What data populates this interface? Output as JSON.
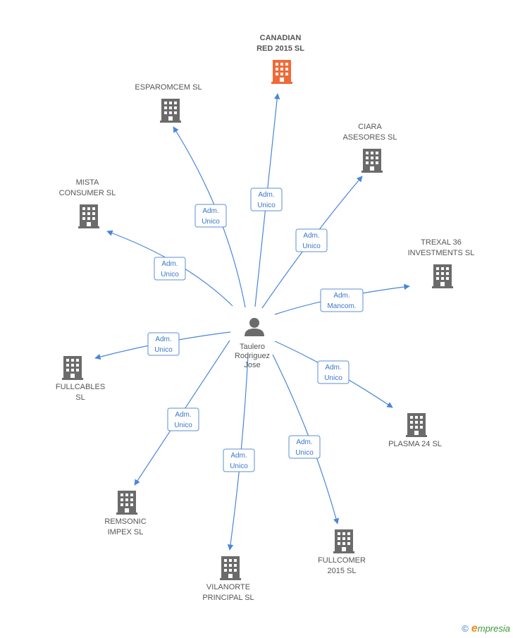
{
  "colors": {
    "edge": "#4a86d8",
    "building_default": "#6b6b6b",
    "building_highlight": "#f06a36",
    "person": "#6b6b6b"
  },
  "person": {
    "name_lines": [
      "Taulero",
      "Rodriguez",
      "Jose"
    ],
    "icon": "person-icon"
  },
  "companies": [
    {
      "id": "canadian",
      "name_lines": [
        "CANADIAN",
        "RED 2015  SL"
      ],
      "highlight": true,
      "role_lines": [
        "Adm.",
        "Unico"
      ]
    },
    {
      "id": "esparomcem",
      "name_lines": [
        "ESPAROMCEM SL"
      ],
      "highlight": false,
      "role_lines": [
        "Adm.",
        "Unico"
      ]
    },
    {
      "id": "ciara",
      "name_lines": [
        "CIARA",
        "ASESORES  SL"
      ],
      "highlight": false,
      "role_lines": [
        "Adm.",
        "Unico"
      ]
    },
    {
      "id": "mista",
      "name_lines": [
        "MISTA",
        "CONSUMER  SL"
      ],
      "highlight": false,
      "role_lines": [
        "Adm.",
        "Unico"
      ]
    },
    {
      "id": "trexal",
      "name_lines": [
        "TREXAL 36",
        "INVESTMENTS SL"
      ],
      "highlight": false,
      "role_lines": [
        "Adm.",
        "Mancom."
      ]
    },
    {
      "id": "fullcables",
      "name_lines": [
        "FULLCABLES",
        "SL"
      ],
      "highlight": false,
      "role_lines": [
        "Adm.",
        "Unico"
      ]
    },
    {
      "id": "plasma",
      "name_lines": [
        "PLASMA 24 SL"
      ],
      "highlight": false,
      "role_lines": [
        "Adm.",
        "Unico"
      ]
    },
    {
      "id": "remsonic",
      "name_lines": [
        "REMSONIC",
        "IMPEX  SL"
      ],
      "highlight": false,
      "role_lines": [
        "Adm.",
        "Unico"
      ]
    },
    {
      "id": "vilanorte",
      "name_lines": [
        "VILANORTE",
        "PRINCIPAL  SL"
      ],
      "highlight": false,
      "role_lines": [
        "Adm.",
        "Unico"
      ]
    },
    {
      "id": "fullcomer",
      "name_lines": [
        "FULLCOMER",
        "2015  SL"
      ],
      "highlight": false,
      "role_lines": [
        "Adm.",
        "Unico"
      ]
    }
  ],
  "footer": {
    "copyright": "©",
    "brand_first": "e",
    "brand_rest": "mpresia"
  }
}
